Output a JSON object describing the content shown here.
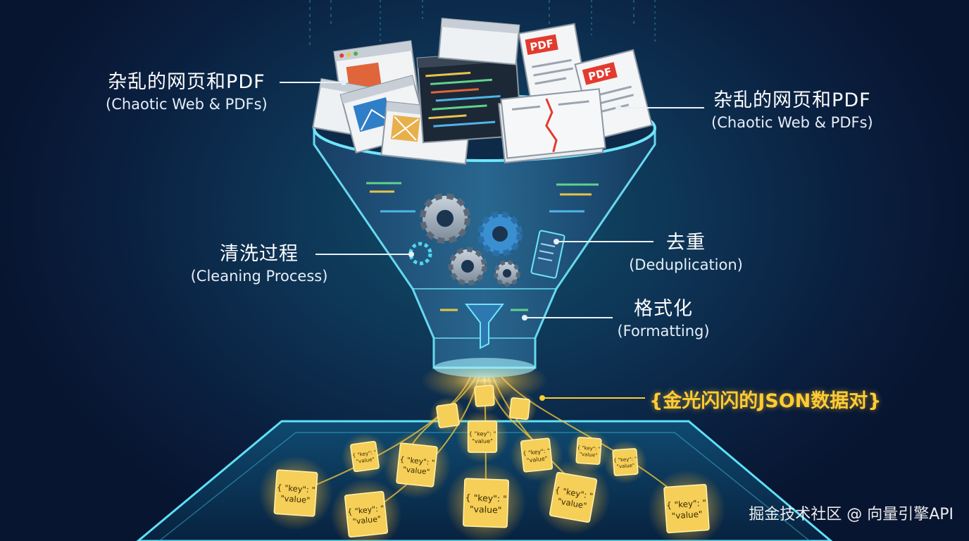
{
  "labels": {
    "input_left": {
      "zh": "杂乱的网页和PDF",
      "en": "(Chaotic Web & PDFs)"
    },
    "input_right": {
      "zh": "杂乱的网页和PDF",
      "en": "(Chaotic Web & PDFs)"
    },
    "cleaning": {
      "zh": "清洗过程",
      "en": "(Cleaning Process)"
    },
    "dedup": {
      "zh": "去重",
      "en": "(Deduplication)"
    },
    "formatting": {
      "zh": "格式化",
      "en": "(Formatting)"
    },
    "output": "{金光闪闪的JSON数据对}"
  },
  "doc_badge": "PDF",
  "json_key": "{ \"key\": \"",
  "json_value": "\"value\"",
  "watermark": "掘金技术社区 @ 向量引擎API",
  "colors": {
    "accent": "#4fd8ef",
    "gold": "#ffcc33",
    "pdf_red": "#e23b2e"
  }
}
